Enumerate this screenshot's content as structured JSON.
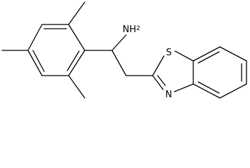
{
  "molecule": {
    "labels": {
      "amine": {
        "main": "NH",
        "sub": "2"
      },
      "sulfur": "S",
      "nitrogen": "N"
    },
    "colors": {
      "ink": "#000000",
      "background": "#ffffff"
    }
  }
}
